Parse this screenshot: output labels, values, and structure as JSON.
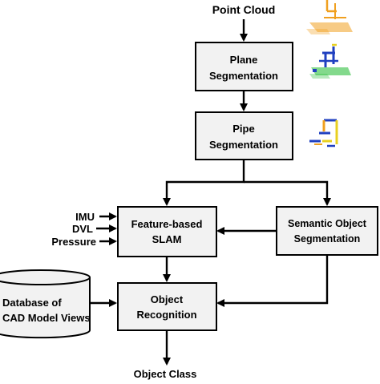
{
  "diagram": {
    "input_label": "Point Cloud",
    "output_label": "Object Class",
    "boxes": {
      "plane": [
        "Plane",
        "Segmentation"
      ],
      "pipe": [
        "Pipe",
        "Segmentation"
      ],
      "slam": [
        "Feature-based",
        "SLAM"
      ],
      "semantic": [
        "Semantic Object",
        "Segmentation"
      ],
      "recognition": [
        "Object",
        "Recognition"
      ]
    },
    "sensor_inputs": [
      "IMU",
      "DVL",
      "Pressure"
    ],
    "database": [
      "Database of",
      "CAD Model Views"
    ]
  },
  "colors": {
    "box_fill": "#f2f2f2",
    "line": "#000000",
    "thumb_orange": "#f0a020",
    "thumb_blue": "#2040c0",
    "thumb_green": "#30c040",
    "thumb_yellow": "#e8d020"
  },
  "icons": [
    "point-cloud-thumbnail",
    "plane-segmentation-thumbnail",
    "pipe-segmentation-thumbnail"
  ]
}
